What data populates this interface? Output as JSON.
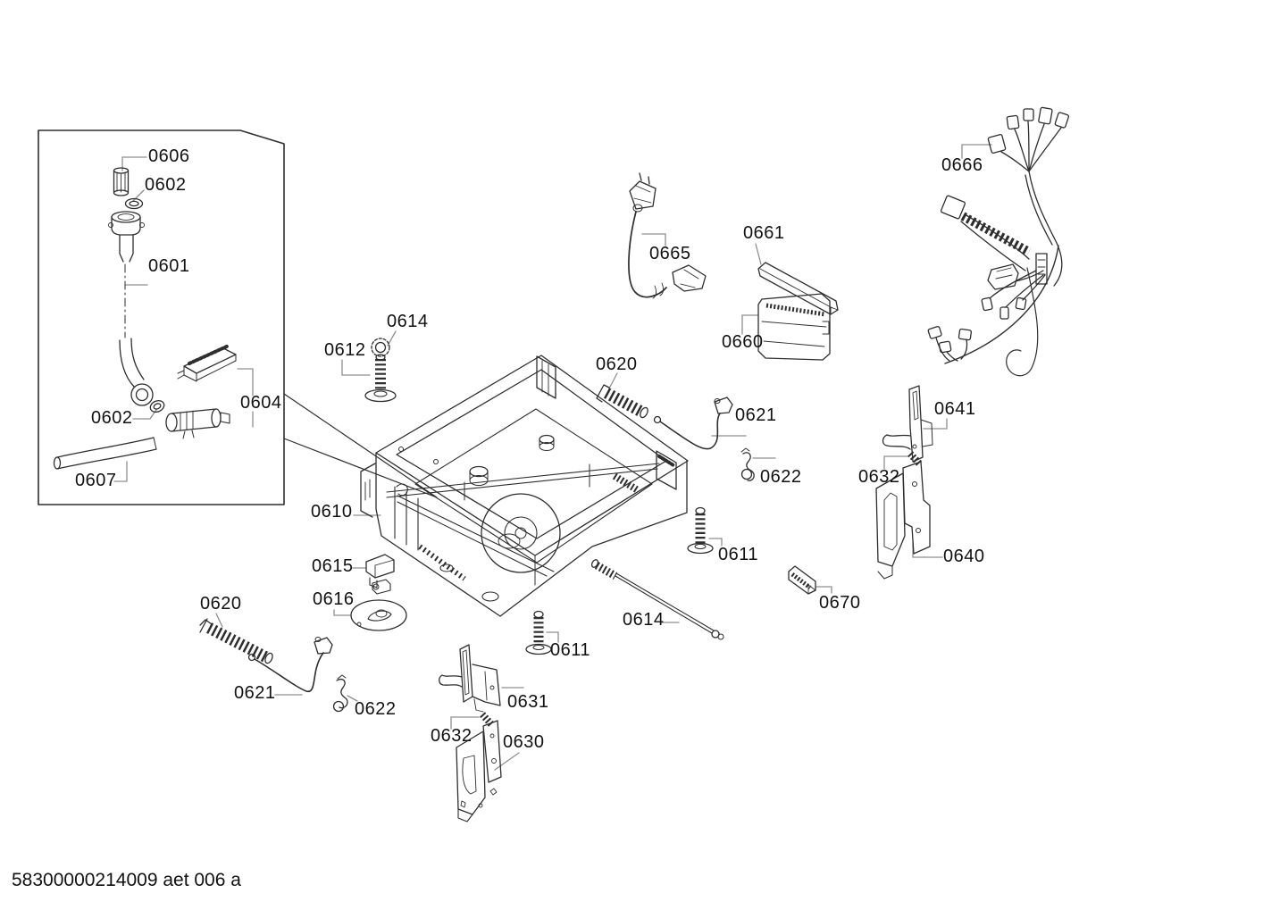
{
  "diagram": {
    "footer_text": "58300000214009 aet 006 a",
    "palette": {
      "background": "#ffffff",
      "line": "#2e2e2e",
      "leader": "#8f8f8f",
      "label_text": "#111111"
    },
    "labels": [
      {
        "part": "0606",
        "text": "0606"
      },
      {
        "part": "0602",
        "text": "0602"
      },
      {
        "part": "0601",
        "text": "0601"
      },
      {
        "part": "0602",
        "text": "0602"
      },
      {
        "part": "0604",
        "text": "0604"
      },
      {
        "part": "0607",
        "text": "0607"
      },
      {
        "part": "0614",
        "text": "0614"
      },
      {
        "part": "0612",
        "text": "0612"
      },
      {
        "part": "0610",
        "text": "0610"
      },
      {
        "part": "0620",
        "text": "0620"
      },
      {
        "part": "0665",
        "text": "0665"
      },
      {
        "part": "0661",
        "text": "0661"
      },
      {
        "part": "0660",
        "text": "0660"
      },
      {
        "part": "0666",
        "text": "0666"
      },
      {
        "part": "0621",
        "text": "0621"
      },
      {
        "part": "0622",
        "text": "0622"
      },
      {
        "part": "0641",
        "text": "0641"
      },
      {
        "part": "0632",
        "text": "0632"
      },
      {
        "part": "0640",
        "text": "0640"
      },
      {
        "part": "0611",
        "text": "0611"
      },
      {
        "part": "0670",
        "text": "0670"
      },
      {
        "part": "0615",
        "text": "0615"
      },
      {
        "part": "0616",
        "text": "0616"
      },
      {
        "part": "0620",
        "text": "0620"
      },
      {
        "part": "0621",
        "text": "0621"
      },
      {
        "part": "0622",
        "text": "0622"
      },
      {
        "part": "0611",
        "text": "0611"
      },
      {
        "part": "0631",
        "text": "0631"
      },
      {
        "part": "0632",
        "text": "0632"
      },
      {
        "part": "0630",
        "text": "0630"
      },
      {
        "part": "0614",
        "text": "0614"
      }
    ]
  }
}
